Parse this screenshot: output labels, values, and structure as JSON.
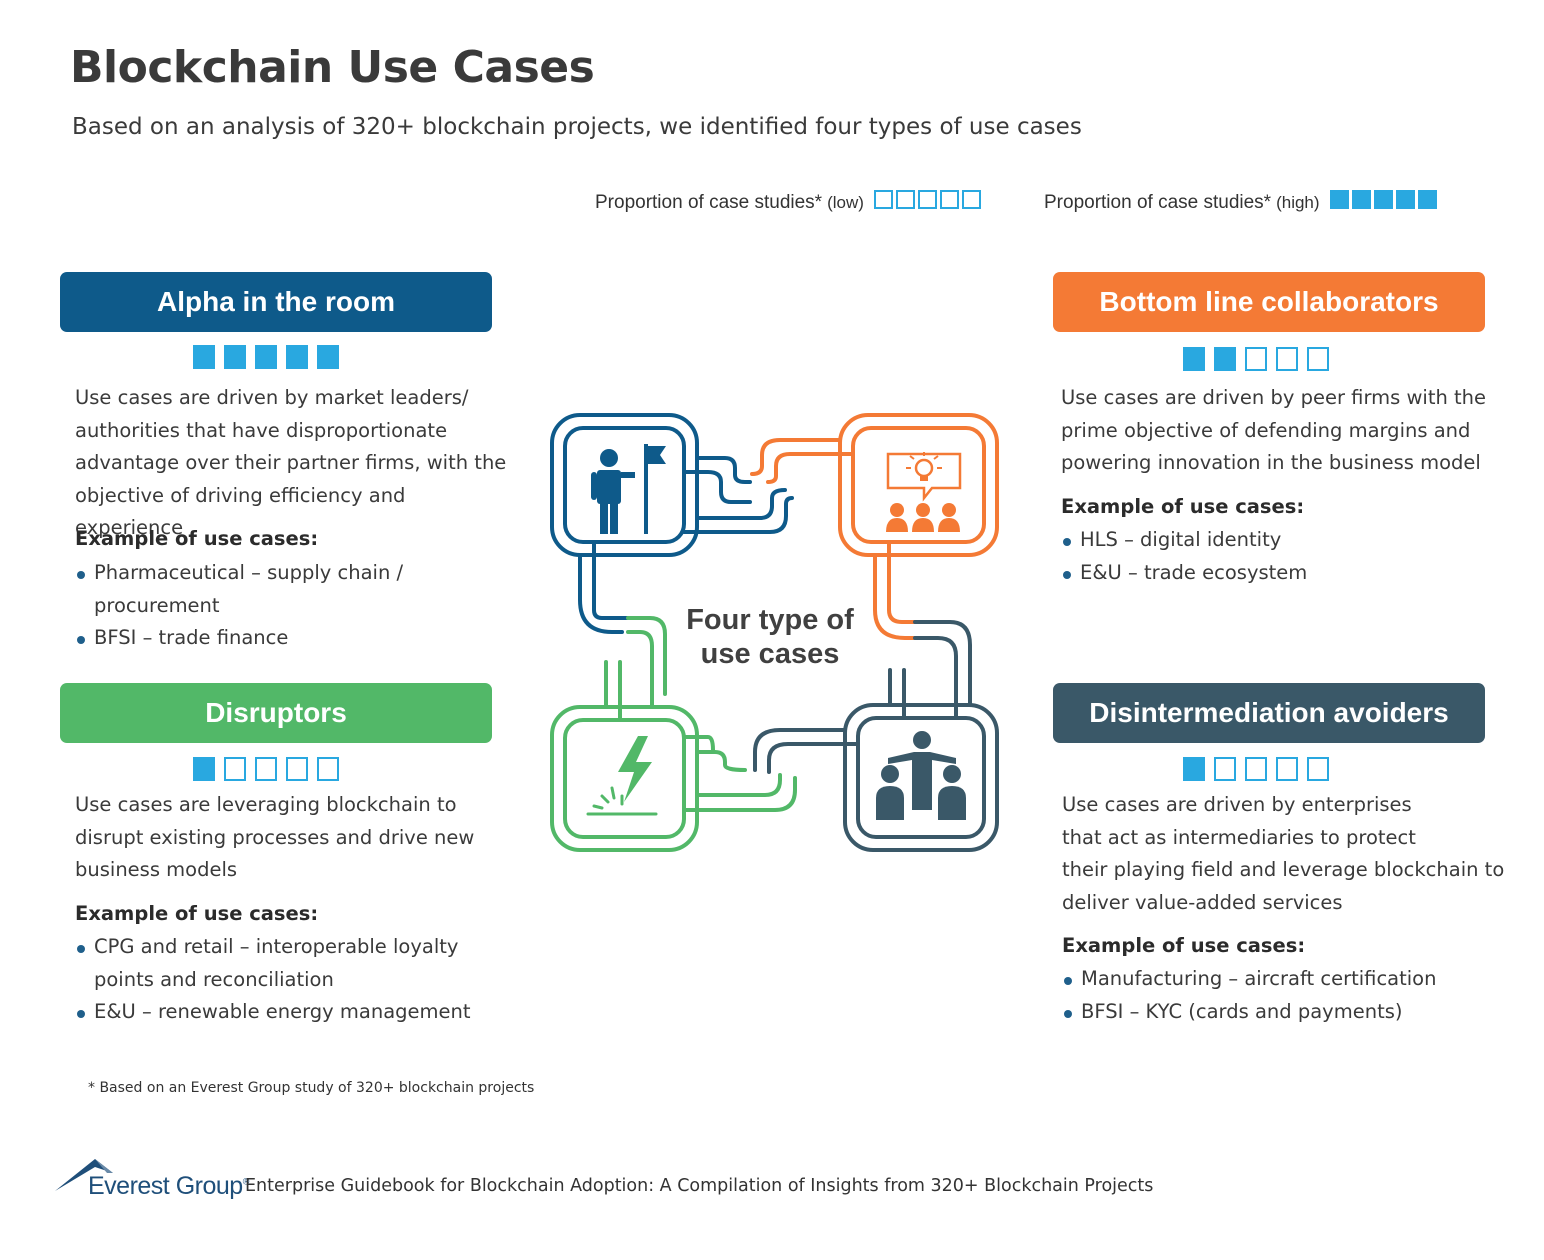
{
  "title": "Blockchain Use Cases",
  "subtitle": "Based on an analysis of 320+ blockchain projects, we identified four types of use cases",
  "legend": {
    "low": {
      "label": "Proportion of case studies*",
      "qualifier": "(low)",
      "filled": 0,
      "total": 5
    },
    "high": {
      "label": "Proportion of case studies*",
      "qualifier": "(high)",
      "filled": 5,
      "total": 5
    }
  },
  "center_label": {
    "line1": "Four type of",
    "line2": "use cases"
  },
  "colors": {
    "blue": "#0e5a8a",
    "orange": "#f47a35",
    "green": "#52b868",
    "slate": "#3a5868",
    "rating": "#29a8e0"
  },
  "quadrants": {
    "alpha": {
      "title": "Alpha in the room",
      "rating": 5,
      "icon": "person-with-flag-icon",
      "description": [
        "Use cases are driven by market leaders/",
        "authorities that have disproportionate",
        "advantage over their partner firms, with the",
        "objective of driving efficiency and experience"
      ],
      "examples_heading": "Example of use cases:",
      "examples": [
        "Pharmaceutical – supply chain /",
        "procurement",
        "BFSI – trade finance"
      ]
    },
    "bottom_line": {
      "title": "Bottom line collaborators",
      "rating": 2,
      "icon": "team-idea-icon",
      "description": [
        "Use cases are driven by peer firms with the",
        "prime objective of defending margins and",
        "powering innovation in the business model"
      ],
      "examples_heading": "Example of use cases:",
      "examples": [
        "HLS – digital identity",
        "E&U – trade ecosystem"
      ]
    },
    "disruptors": {
      "title": "Disruptors",
      "rating": 1,
      "icon": "lightning-bolt-icon",
      "description": [
        "Use cases are leveraging blockchain to",
        "disrupt existing processes and drive new",
        "business models"
      ],
      "examples_heading": "Example of use cases:",
      "examples": [
        "CPG and retail – interoperable loyalty",
        "points and reconciliation",
        "E&U – renewable energy management"
      ]
    },
    "disintermediation": {
      "title": "Disintermediation avoiders",
      "rating": 1,
      "icon": "intermediary-people-icon",
      "description": [
        "Use cases are driven by enterprises",
        "that act as intermediaries to protect",
        "their playing field and leverage blockchain to",
        "deliver value-added services"
      ],
      "examples_heading": "Example of use cases:",
      "examples": [
        "Manufacturing – aircraft certification",
        "BFSI – KYC (cards and payments)"
      ]
    }
  },
  "footnote": "* Based on an Everest Group study of 320+ blockchain projects",
  "footer": {
    "logo_text": "Everest Group",
    "logo_mark": "®",
    "source": "Enterprise Guidebook for Blockchain Adoption: A Compilation of Insights from 320+ Blockchain Projects"
  }
}
